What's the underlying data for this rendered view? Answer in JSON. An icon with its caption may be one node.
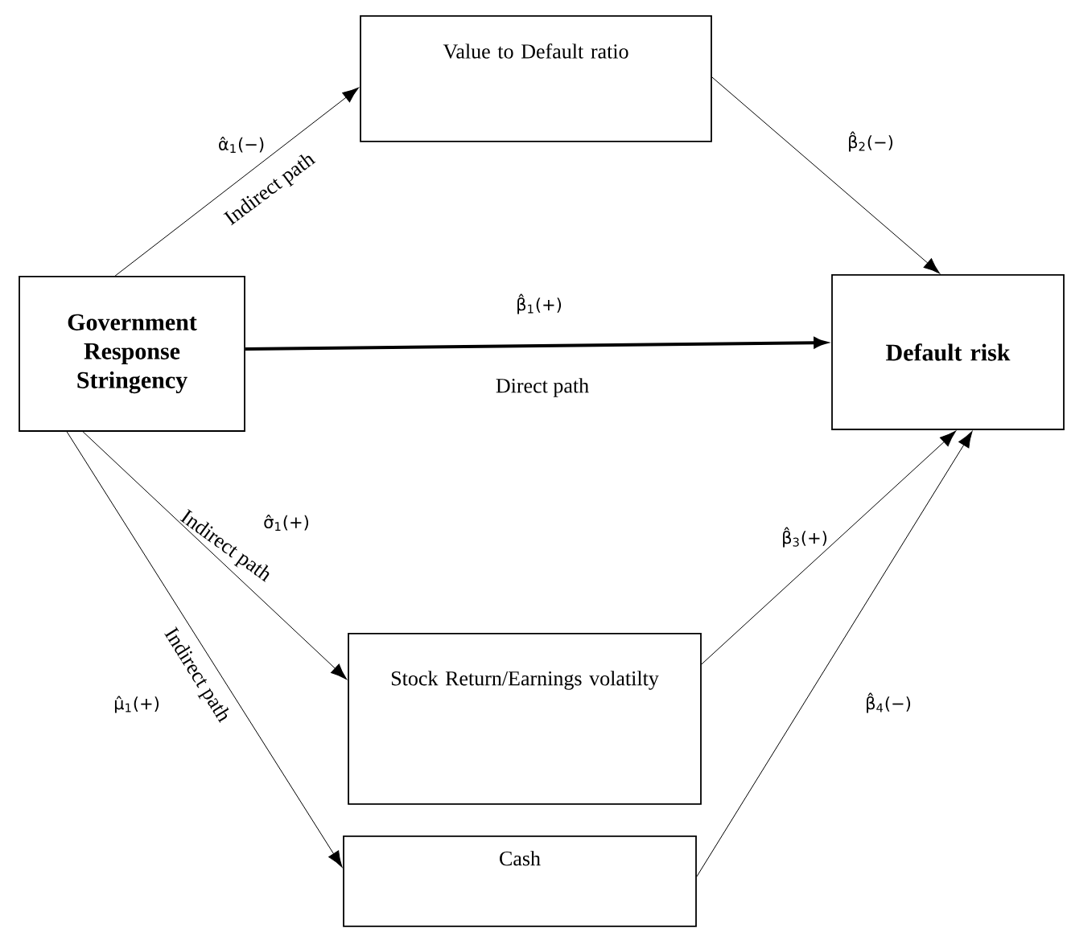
{
  "diagram": {
    "nodes": [
      {
        "text": [
          "Government Response Stringency"
        ]
      },
      {
        "text": [
          "Value to Default ratio"
        ]
      },
      {
        "text": [
          "Default risk"
        ]
      },
      {
        "text": [
          "Stock Return/Earnings volatilty"
        ]
      },
      {
        "text": [
          "Cash"
        ]
      }
    ],
    "edges": [
      {
        "from": 0,
        "to": 1,
        "arrow": "to",
        "label": "Indirect path"
      },
      {
        "from": 1,
        "to": 2,
        "arrow": "to"
      },
      {
        "from": 0,
        "to": 2,
        "arrow": "to",
        "style": "thick",
        "label": "Direct path"
      },
      {
        "from": 0,
        "to": 3,
        "arrow": "to",
        "label": "Indirect path"
      },
      {
        "from": 0,
        "to": 4,
        "arrow": "to",
        "label": "Indirect path"
      },
      {
        "from": 3,
        "to": 2,
        "arrow": "to"
      },
      {
        "from": 4,
        "to": 2,
        "arrow": "to"
      }
    ],
    "labels": [
      "α̂$_{1}$(−)",
      "β̂$_{2}$(−)",
      "β̂$_{1}$(+)",
      "σ̂$_{1}$(+)",
      "β̂$_{3}$(+)",
      "μ̂$_{1}$(+)",
      "β̂$_{4}$(−)"
    ]
  }
}
